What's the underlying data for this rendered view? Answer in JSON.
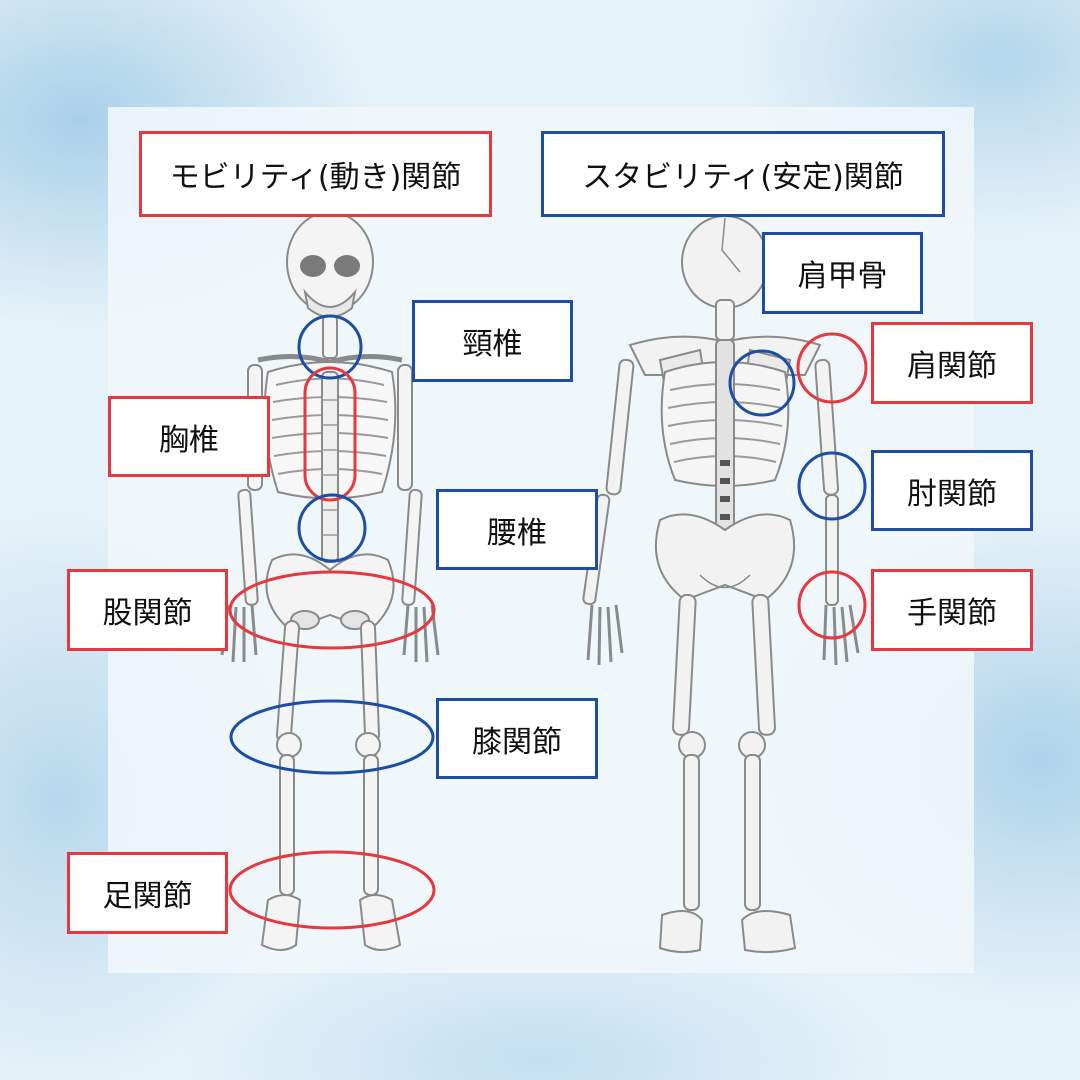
{
  "header": {
    "mobility": "モビリティ(動き)関節",
    "stability": "スタビリティ(安定)関節"
  },
  "front_labels": {
    "cervical": "頸椎",
    "thoracic": "胸椎",
    "lumbar": "腰椎",
    "hip": "股関節",
    "knee": "膝関節",
    "ankle": "足関節"
  },
  "back_labels": {
    "scapula": "肩甲骨",
    "shoulder": "肩関節",
    "elbow": "肘関節",
    "wrist": "手関節"
  },
  "colors": {
    "mobility": "#e5393f",
    "stability": "#1c4ea6"
  }
}
